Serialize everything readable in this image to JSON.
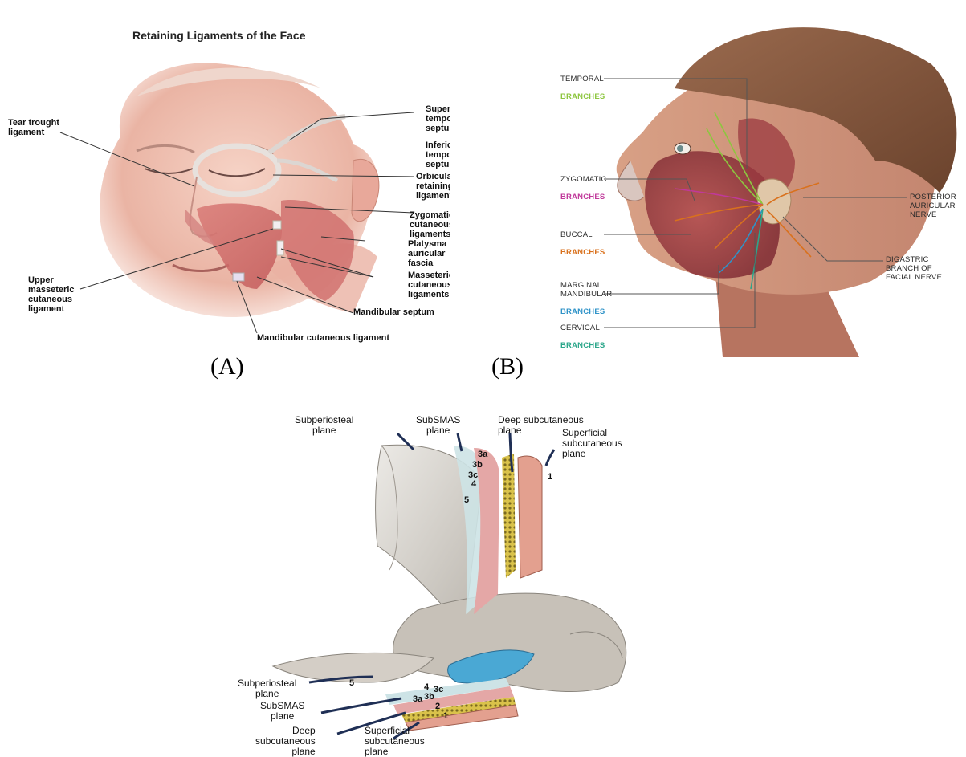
{
  "panelA": {
    "title": "Retaining Ligaments of the Face",
    "caption": "(A)",
    "labels": {
      "tear_trough": "Tear trought\nligament",
      "superior_temporal": "Superior\ntemporal\nseptum",
      "inferior_temporal": "Inferior\ntemporal\nseptum",
      "orbicularis": "Orbicularis\nretaining\nligament",
      "zygomatic": "Zygomatic\ncutaneous\nligaments",
      "platysma": "Platysma\nauricular\nfascia",
      "masseteric": "Masseteric\ncutaneous\nligaments",
      "upper_masseteric": "Upper\nmasseteric\ncutaneous\nligament",
      "mandibular_septum": "Mandibular septum",
      "mandibular_cutaneous": "Mandibular cutaneous ligament"
    }
  },
  "panelB": {
    "caption": "(B)",
    "colors": {
      "temporal": "#8dc63f",
      "zygomatic": "#c0399a",
      "buccal": "#d9711d",
      "marginal": "#2f93c8",
      "cervical": "#2ba68a"
    },
    "labels": {
      "temporal_top": "TEMPORAL",
      "temporal_bottom": "BRANCHES",
      "zygomatic_top": "ZYGOMATIC",
      "zygomatic_bottom": "BRANCHES",
      "buccal_top": "BUCCAL",
      "buccal_bottom": "BRANCHES",
      "marginal_top": "MARGINAL\nMANDIBULAR",
      "marginal_bottom": "BRANCHES",
      "cervical_top": "CERVICAL",
      "cervical_bottom": "BRANCHES",
      "posterior_auricular": "POSTERIOR\nAURICULAR\nNERVE",
      "digastric": "DIGASTRIC\nBRANCH OF\nFACIAL NERVE"
    }
  },
  "panelC": {
    "labels": {
      "subperiosteal_top": "Subperiosteal\nplane",
      "subsmas_top": "SubSMAS\nplane",
      "deep_top": "Deep subcutaneous\nplane",
      "superficial_top": "Superficial\nsubcutaneous\nplane",
      "subperiosteal_bottom": "Subperiosteal\nplane",
      "subsmas_bottom": "SubSMAS\nplane",
      "deep_bottom": "Deep\nsubcutaneous\nplane",
      "superficial_bottom": "Superficial\nsubcutaneous\nplane"
    },
    "layer_numbers_top": [
      "3a",
      "3b",
      "3c",
      "4",
      "5",
      "1"
    ],
    "layer_numbers_bottom": [
      "5",
      "4",
      "3c",
      "3b",
      "3a",
      "2",
      "1"
    ]
  }
}
